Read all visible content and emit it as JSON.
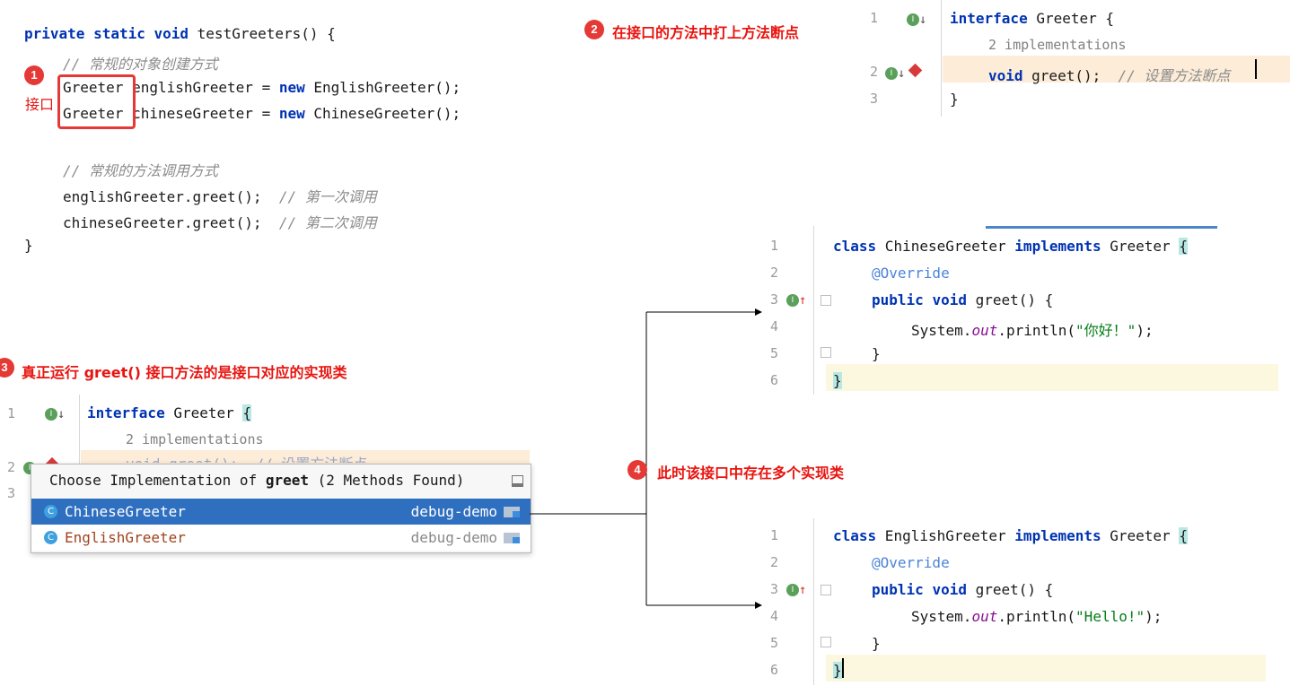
{
  "panel_main": {
    "line1": "private static void testGreeters() {",
    "comment1": "// 常规的对象创建方式",
    "type1": "Greeter",
    "rest1a": " englishGreeter = ",
    "kw_new": "new",
    "rest1b": " EnglishGreeter();",
    "rest2a": " chineseGreeter = ",
    "rest2b": " ChineseGreeter();",
    "comment2": "// 常规的方法调用方式",
    "call1": "englishGreeter.greet();  ",
    "call1_cm": "// 第一次调用",
    "call2": "chineseGreeter.greet();  ",
    "call2_cm": "// 第二次调用",
    "close": "}",
    "label_interface": "接口"
  },
  "steps": {
    "s1": "1",
    "s2": "2",
    "s2_text": "在接口的方法中打上方法断点",
    "s3": "3",
    "s3_text": "真正运行 greet() 接口方法的是接口对应的实现类",
    "s4": "4",
    "s4_text": "此时该接口中存在多个实现类"
  },
  "panel_interface": {
    "ln1": "1",
    "ln2": "2",
    "ln3": "3",
    "kw_interface": "interface",
    "name": " Greeter {",
    "hint": "2 implementations",
    "kw_void": "void",
    "method": " greet();  ",
    "comment": "// 设置方法断点",
    "close": "}"
  },
  "panel_chinese": {
    "lns": [
      "1",
      "2",
      "3",
      "4",
      "5",
      "6"
    ],
    "kw_class": "class",
    "name": " ChineseGreeter ",
    "kw_implements": "implements",
    "iface": " Greeter ",
    "brace": "{",
    "annotation": "@Override",
    "kw_public": "public",
    "kw_void": "void",
    "method": " greet() {",
    "print_a": "System.",
    "print_out": "out",
    "print_b": ".println(",
    "print_str": "\"你好！\"",
    "print_c": ");",
    "close_inner": "}",
    "close_outer": "}"
  },
  "panel_english": {
    "lns": [
      "1",
      "2",
      "3",
      "4",
      "5",
      "6"
    ],
    "name": " EnglishGreeter ",
    "print_str": "\"Hello!\""
  },
  "panel_popup": {
    "ln1": "1",
    "ln2": "2",
    "ln3": "3",
    "kw_interface": "interface",
    "name": " Greeter ",
    "brace": "{",
    "hint": "2 implementations",
    "partial": "void greet();  // 设置方法断点",
    "popup_title_a": "Choose Implementation of ",
    "popup_title_b": "greet",
    "popup_title_c": " (2 Methods Found)",
    "items": [
      {
        "name": "ChineseGreeter",
        "module": "debug-demo",
        "selected": true
      },
      {
        "name": "EnglishGreeter",
        "module": "debug-demo",
        "selected": false
      }
    ]
  },
  "colors": {
    "accent_red": "#e53935",
    "selection_blue": "#2f6fbf",
    "line_highlight": "#fcecd8",
    "keyword": "#0033b3"
  }
}
